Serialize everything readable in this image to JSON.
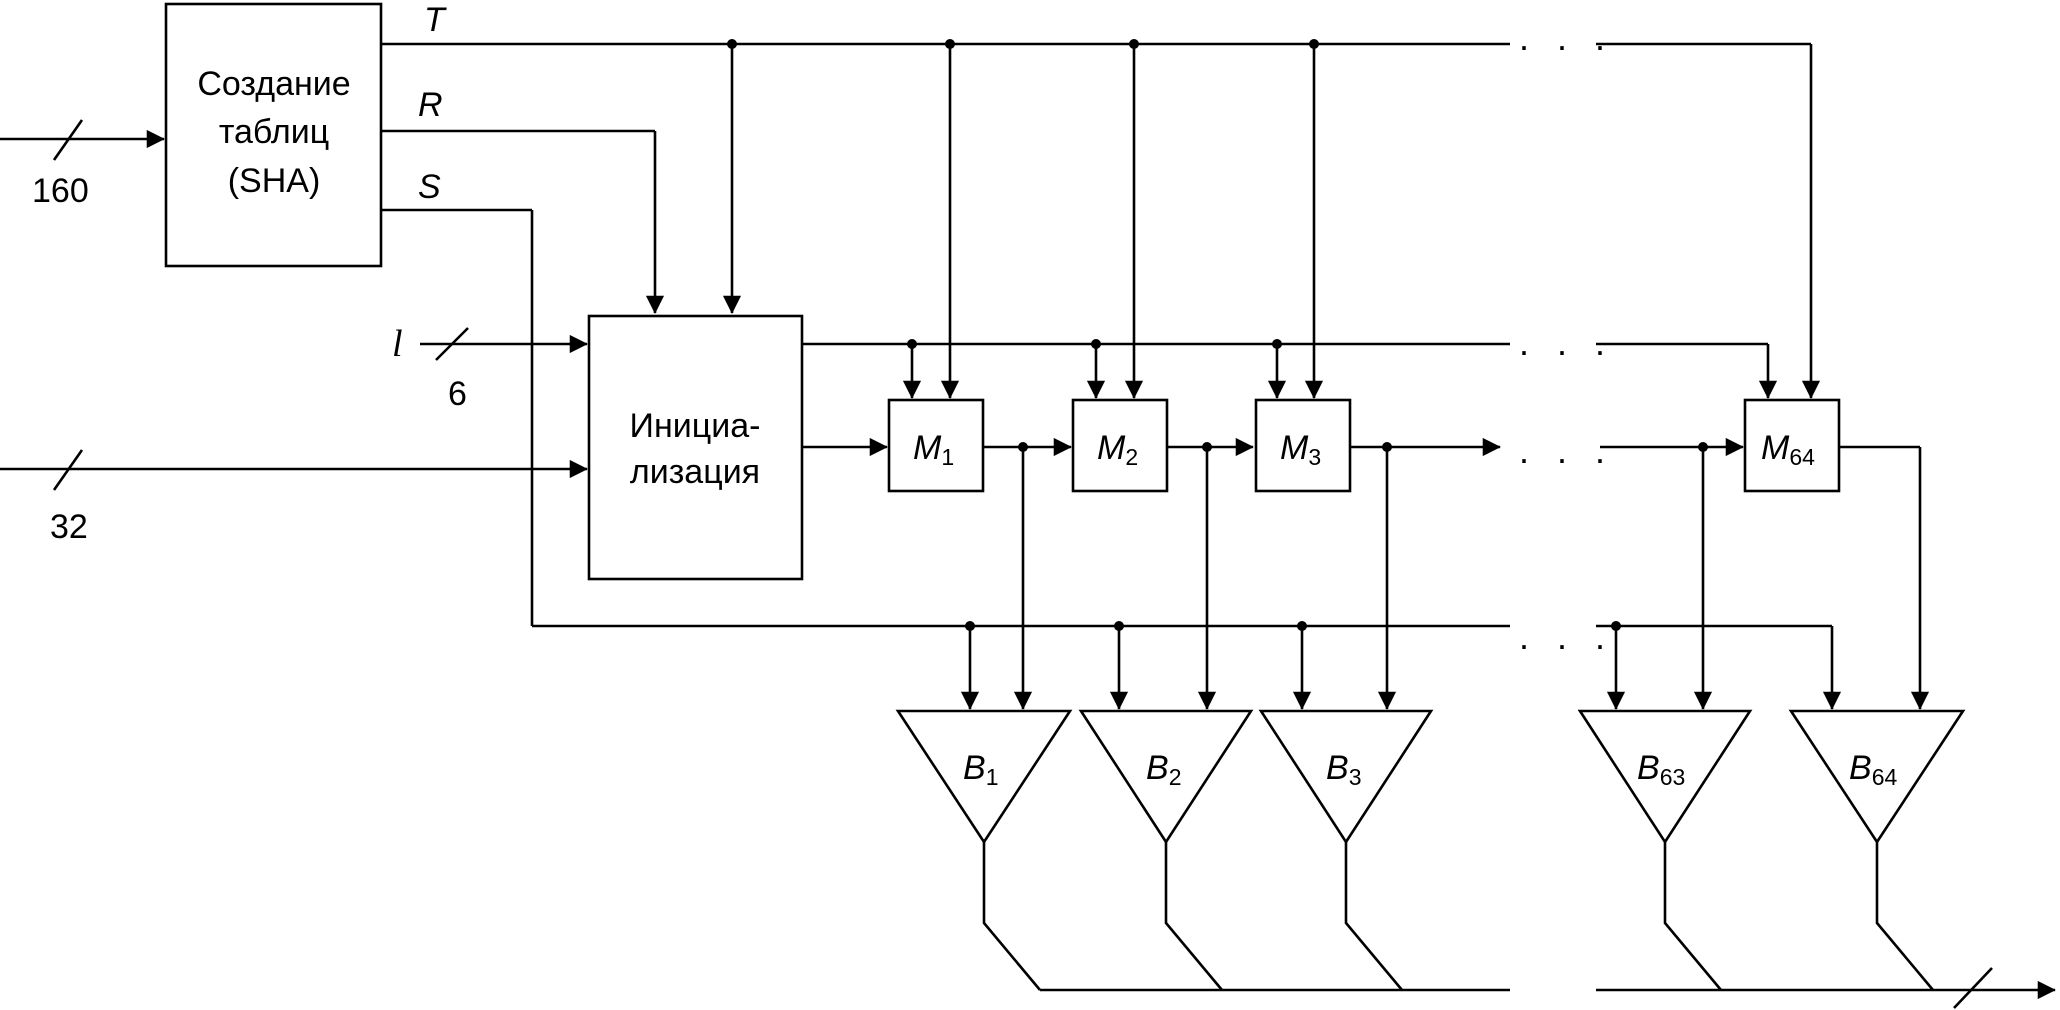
{
  "sha_block": {
    "line1": "Создание",
    "line2": "таблиц",
    "line3": "(SHA)"
  },
  "init_block": {
    "line1": "Инициа-",
    "line2": "лизация"
  },
  "signals": {
    "T": "T",
    "R": "R",
    "S": "S",
    "l": "l"
  },
  "bus_widths": {
    "in_sha": "160",
    "l": "6",
    "in_init": "32"
  },
  "m_blocks": [
    {
      "base": "M",
      "sub": "1"
    },
    {
      "base": "M",
      "sub": "2"
    },
    {
      "base": "M",
      "sub": "3"
    },
    {
      "base": "M",
      "sub": "64"
    }
  ],
  "b_blocks": [
    {
      "base": "B",
      "sub": "1"
    },
    {
      "base": "B",
      "sub": "2"
    },
    {
      "base": "B",
      "sub": "3"
    },
    {
      "base": "B",
      "sub": "63"
    },
    {
      "base": "B",
      "sub": "64"
    }
  ],
  "ellipsis": "· · ·"
}
